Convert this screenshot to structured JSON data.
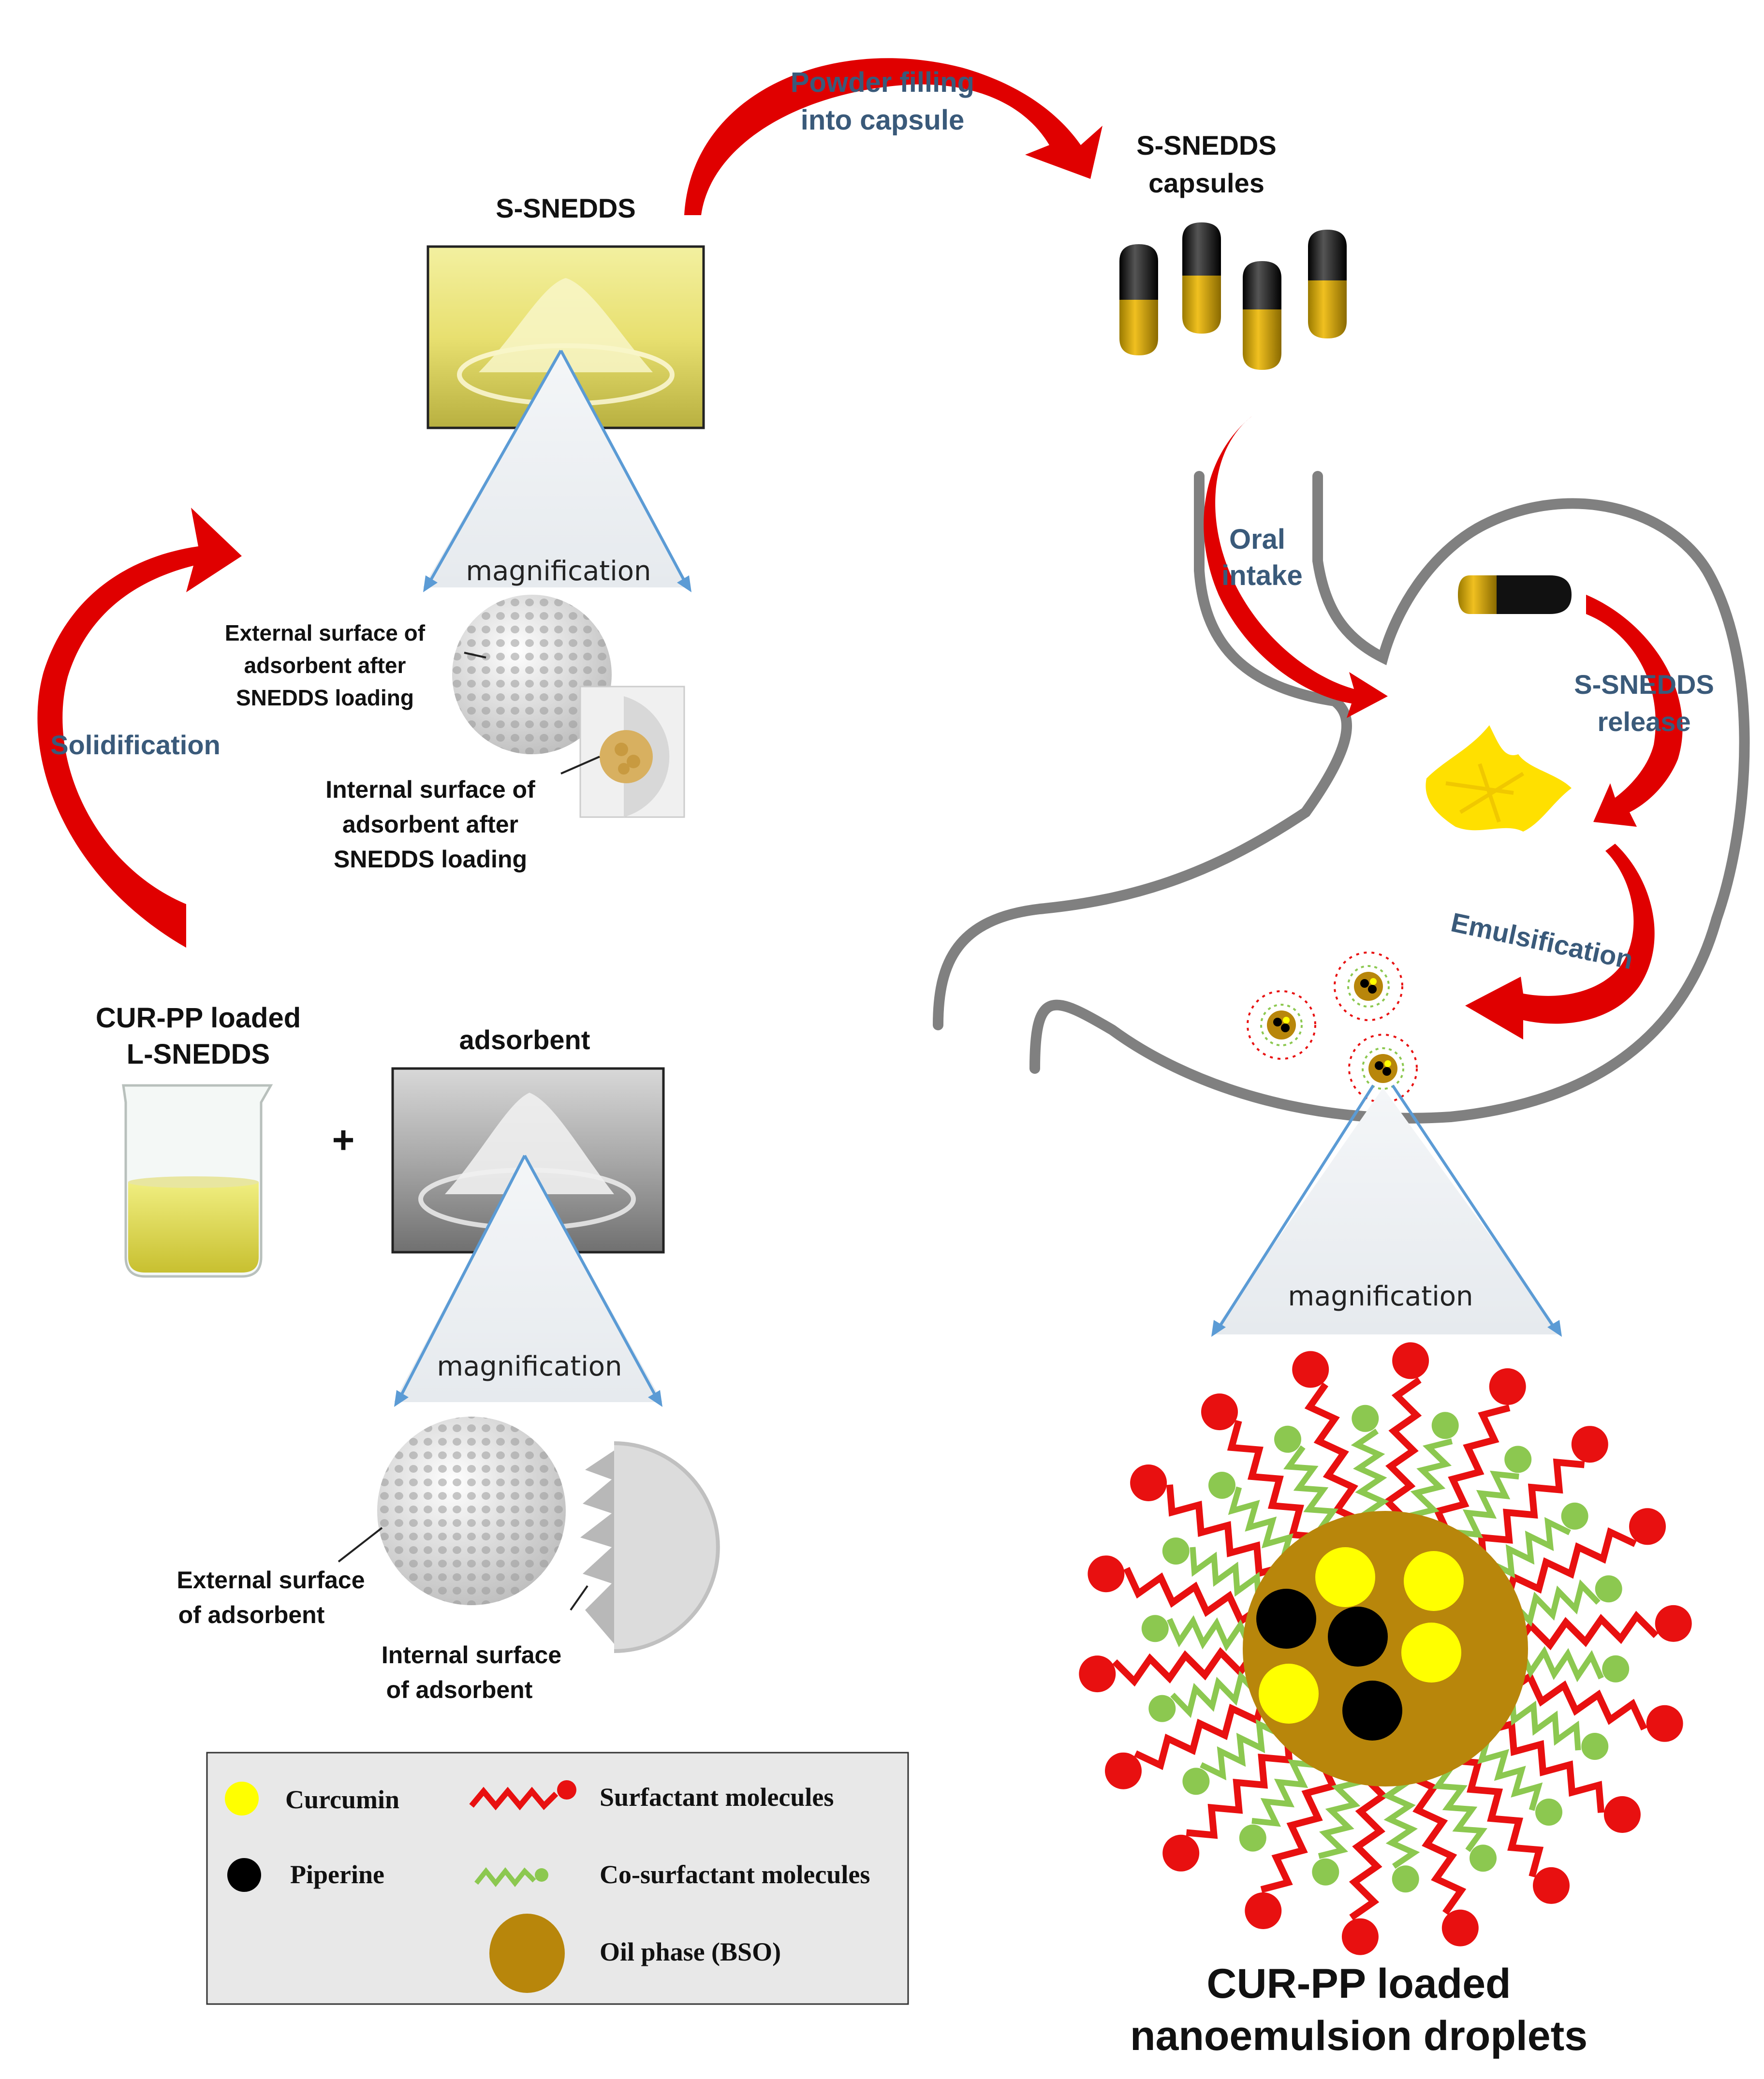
{
  "top": {
    "s_snedds_title": "S-SNEDDS",
    "powder_filling_line1": "Powder filling",
    "powder_filling_line2": "into capsule",
    "capsules_title_line1": "S-SNEDDS",
    "capsules_title_line2": "capsules"
  },
  "left": {
    "solidification": "Solidification",
    "magnification_upper": "magnification",
    "external_loaded_line1": "External surface of",
    "external_loaded_line2": "adsorbent after",
    "external_loaded_line3": "SNEDDS loading",
    "internal_loaded_line1": "Internal surface of",
    "internal_loaded_line2": "adsorbent after",
    "internal_loaded_line3": "SNEDDS loading",
    "lsnedds_line1": "CUR-PP loaded",
    "lsnedds_line2": "L-SNEDDS",
    "plus": "+",
    "adsorbent_title": "adsorbent",
    "magnification_lower": "magnification",
    "external_line1": "External surface",
    "external_line2": "of adsorbent",
    "internal_line1": "Internal surface",
    "internal_line2": "of adsorbent"
  },
  "stomach": {
    "oral_line1": "Oral",
    "oral_line2": "intake",
    "release_line1": "S-SNEDDS",
    "release_line2": "release",
    "emulsification": "Emulsification",
    "magnification": "magnification"
  },
  "droplet": {
    "caption_line1": "CUR-PP loaded",
    "caption_line2": "nanoemulsion droplets"
  },
  "legend": {
    "curcumin": "Curcumin",
    "piperine": "Piperine",
    "surfactant": "Surfactant molecules",
    "cosurfactant": "Co-surfactant molecules",
    "oil": "Oil phase (BSO)"
  },
  "colors": {
    "arrow_red": "#e00000",
    "surfactant_red": "#e81010",
    "cosurfactant_green": "#8cc850",
    "curcumin_yellow": "#ffff00",
    "piperine_black": "#000000",
    "oil_phase": "#b8860b",
    "label_blue": "#3a5a7a",
    "magnify_blue": "#5b9bd5",
    "stomach_outline": "#808080"
  }
}
